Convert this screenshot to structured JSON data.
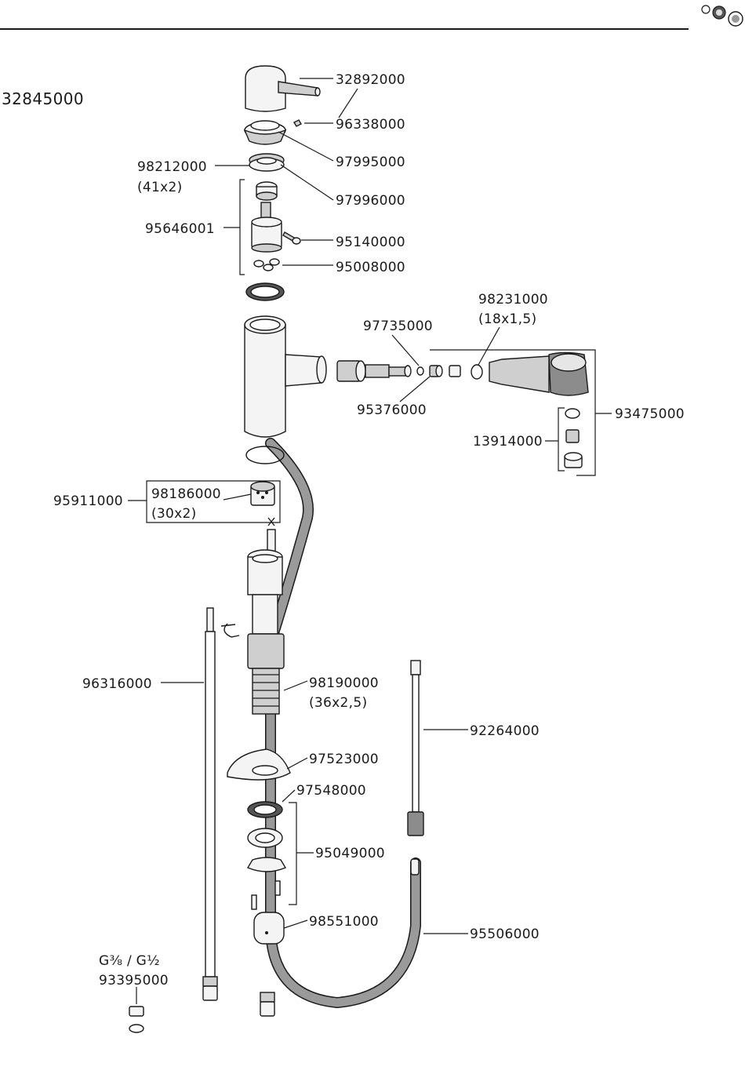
{
  "header": {
    "model_number": "32845000"
  },
  "parts": {
    "lever_handle": "32892000",
    "set_screw": "96338000",
    "cap": "97995000",
    "cartridge_nut": "98212000",
    "cartridge_nut_dims": "(41x2)",
    "cartridge_ring": "97996000",
    "cartridge_set": "95646001",
    "screw": "95140000",
    "seals": "95008000",
    "oring_small": "98231000",
    "oring_small_dims": "(18x1,5)",
    "connector": "97735000",
    "adapter": "95376000",
    "spray_head_set": "93475000",
    "aerator": "13914000",
    "check_valve_set": "95911000",
    "check_valve": "98186000",
    "check_valve_dims": "(30x2)",
    "supply_hose": "96316000",
    "base_oring": "98190000",
    "base_oring_dims": "(36x2,5)",
    "pull_hose_connector": "92264000",
    "base_plate": "97523000",
    "washer": "97548000",
    "mounting_set": "95049000",
    "weight": "98551000",
    "pull_out_hose": "95506000",
    "adapter_thread": "G⅜ / G½",
    "adapter_set": "93395000"
  }
}
